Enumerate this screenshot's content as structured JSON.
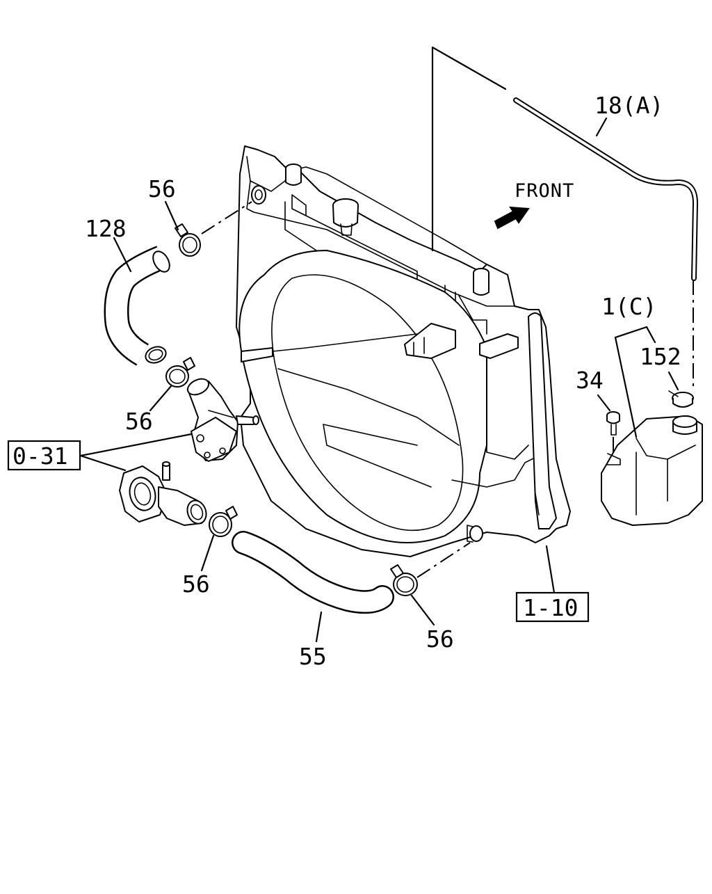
{
  "diagram": {
    "front_label": "FRONT",
    "callouts": {
      "hose_upper": "128",
      "clamp_upper_radiator": "56",
      "clamp_upper_engine": "56",
      "clamp_lower_engine": "56",
      "clamp_lower_radiator": "56",
      "hose_lower": "55",
      "reserve_hose": "18(A)",
      "reserve_tank": "1(C)",
      "reserve_cap": "152",
      "bolt": "34",
      "water_outlet_ref": "0-31",
      "radiator_ref": "1-10"
    }
  }
}
